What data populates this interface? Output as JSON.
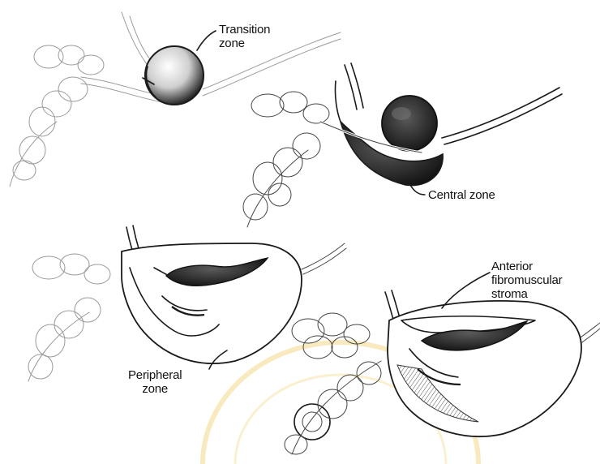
{
  "figure": {
    "panels": [
      {
        "id": "transition",
        "label": "Transition\nzone"
      },
      {
        "id": "central",
        "label": "Central zone"
      },
      {
        "id": "peripheral",
        "label": "Peripheral\nzone"
      },
      {
        "id": "anterior",
        "label": "Anterior\nfibromuscular\nstroma"
      }
    ]
  },
  "labels": {
    "transition": "Transition\nzone",
    "central": "Central zone",
    "peripheral": "Peripheral\nzone",
    "anterior": "Anterior\nfibromuscular\nstroma"
  },
  "colors": {
    "ink": "#1a1a1a",
    "zone_fill_dark": "#1c1c1c",
    "watermark": "#f3d98a"
  }
}
